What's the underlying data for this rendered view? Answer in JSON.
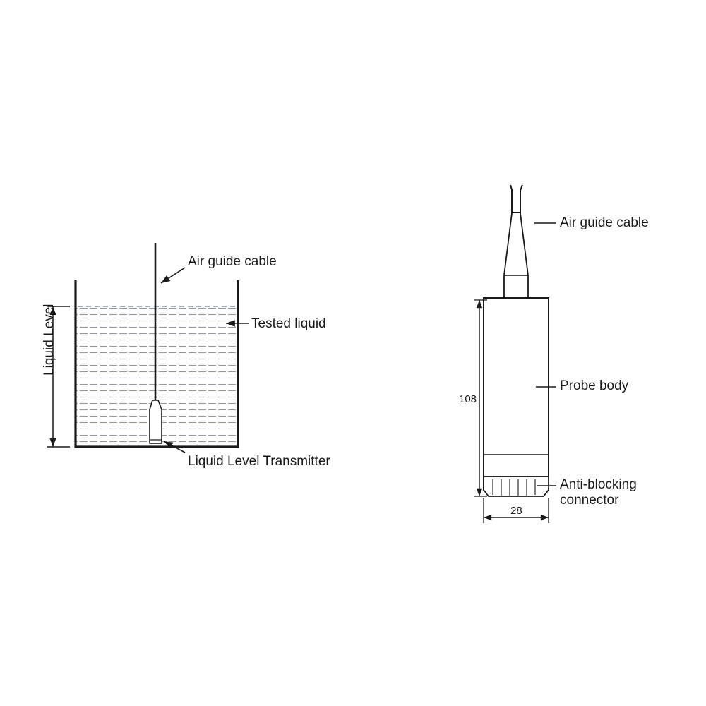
{
  "diagram": {
    "title": "Liquid level transmitter installation and probe dimensions",
    "left_view": {
      "name": "tank-installation-view",
      "labels": {
        "air_guide_cable": "Air guide cable",
        "tested_liquid": "Tested liquid",
        "liquid_level_transmitter": "Liquid Level Transmitter",
        "liquid_level_axis": "Liquid Level"
      }
    },
    "right_view": {
      "name": "probe-detail-view",
      "labels": {
        "air_guide_cable": "Air guide cable",
        "probe_body": "Probe body",
        "anti_blocking_connector_line1": "Anti-blocking",
        "anti_blocking_connector_line2": "connector"
      },
      "dimensions": {
        "height": "108",
        "diameter": "28"
      }
    },
    "colors": {
      "stroke": "#1a1a1a",
      "liquid_hatch": "#8f9aa3",
      "background": "#ffffff"
    }
  }
}
